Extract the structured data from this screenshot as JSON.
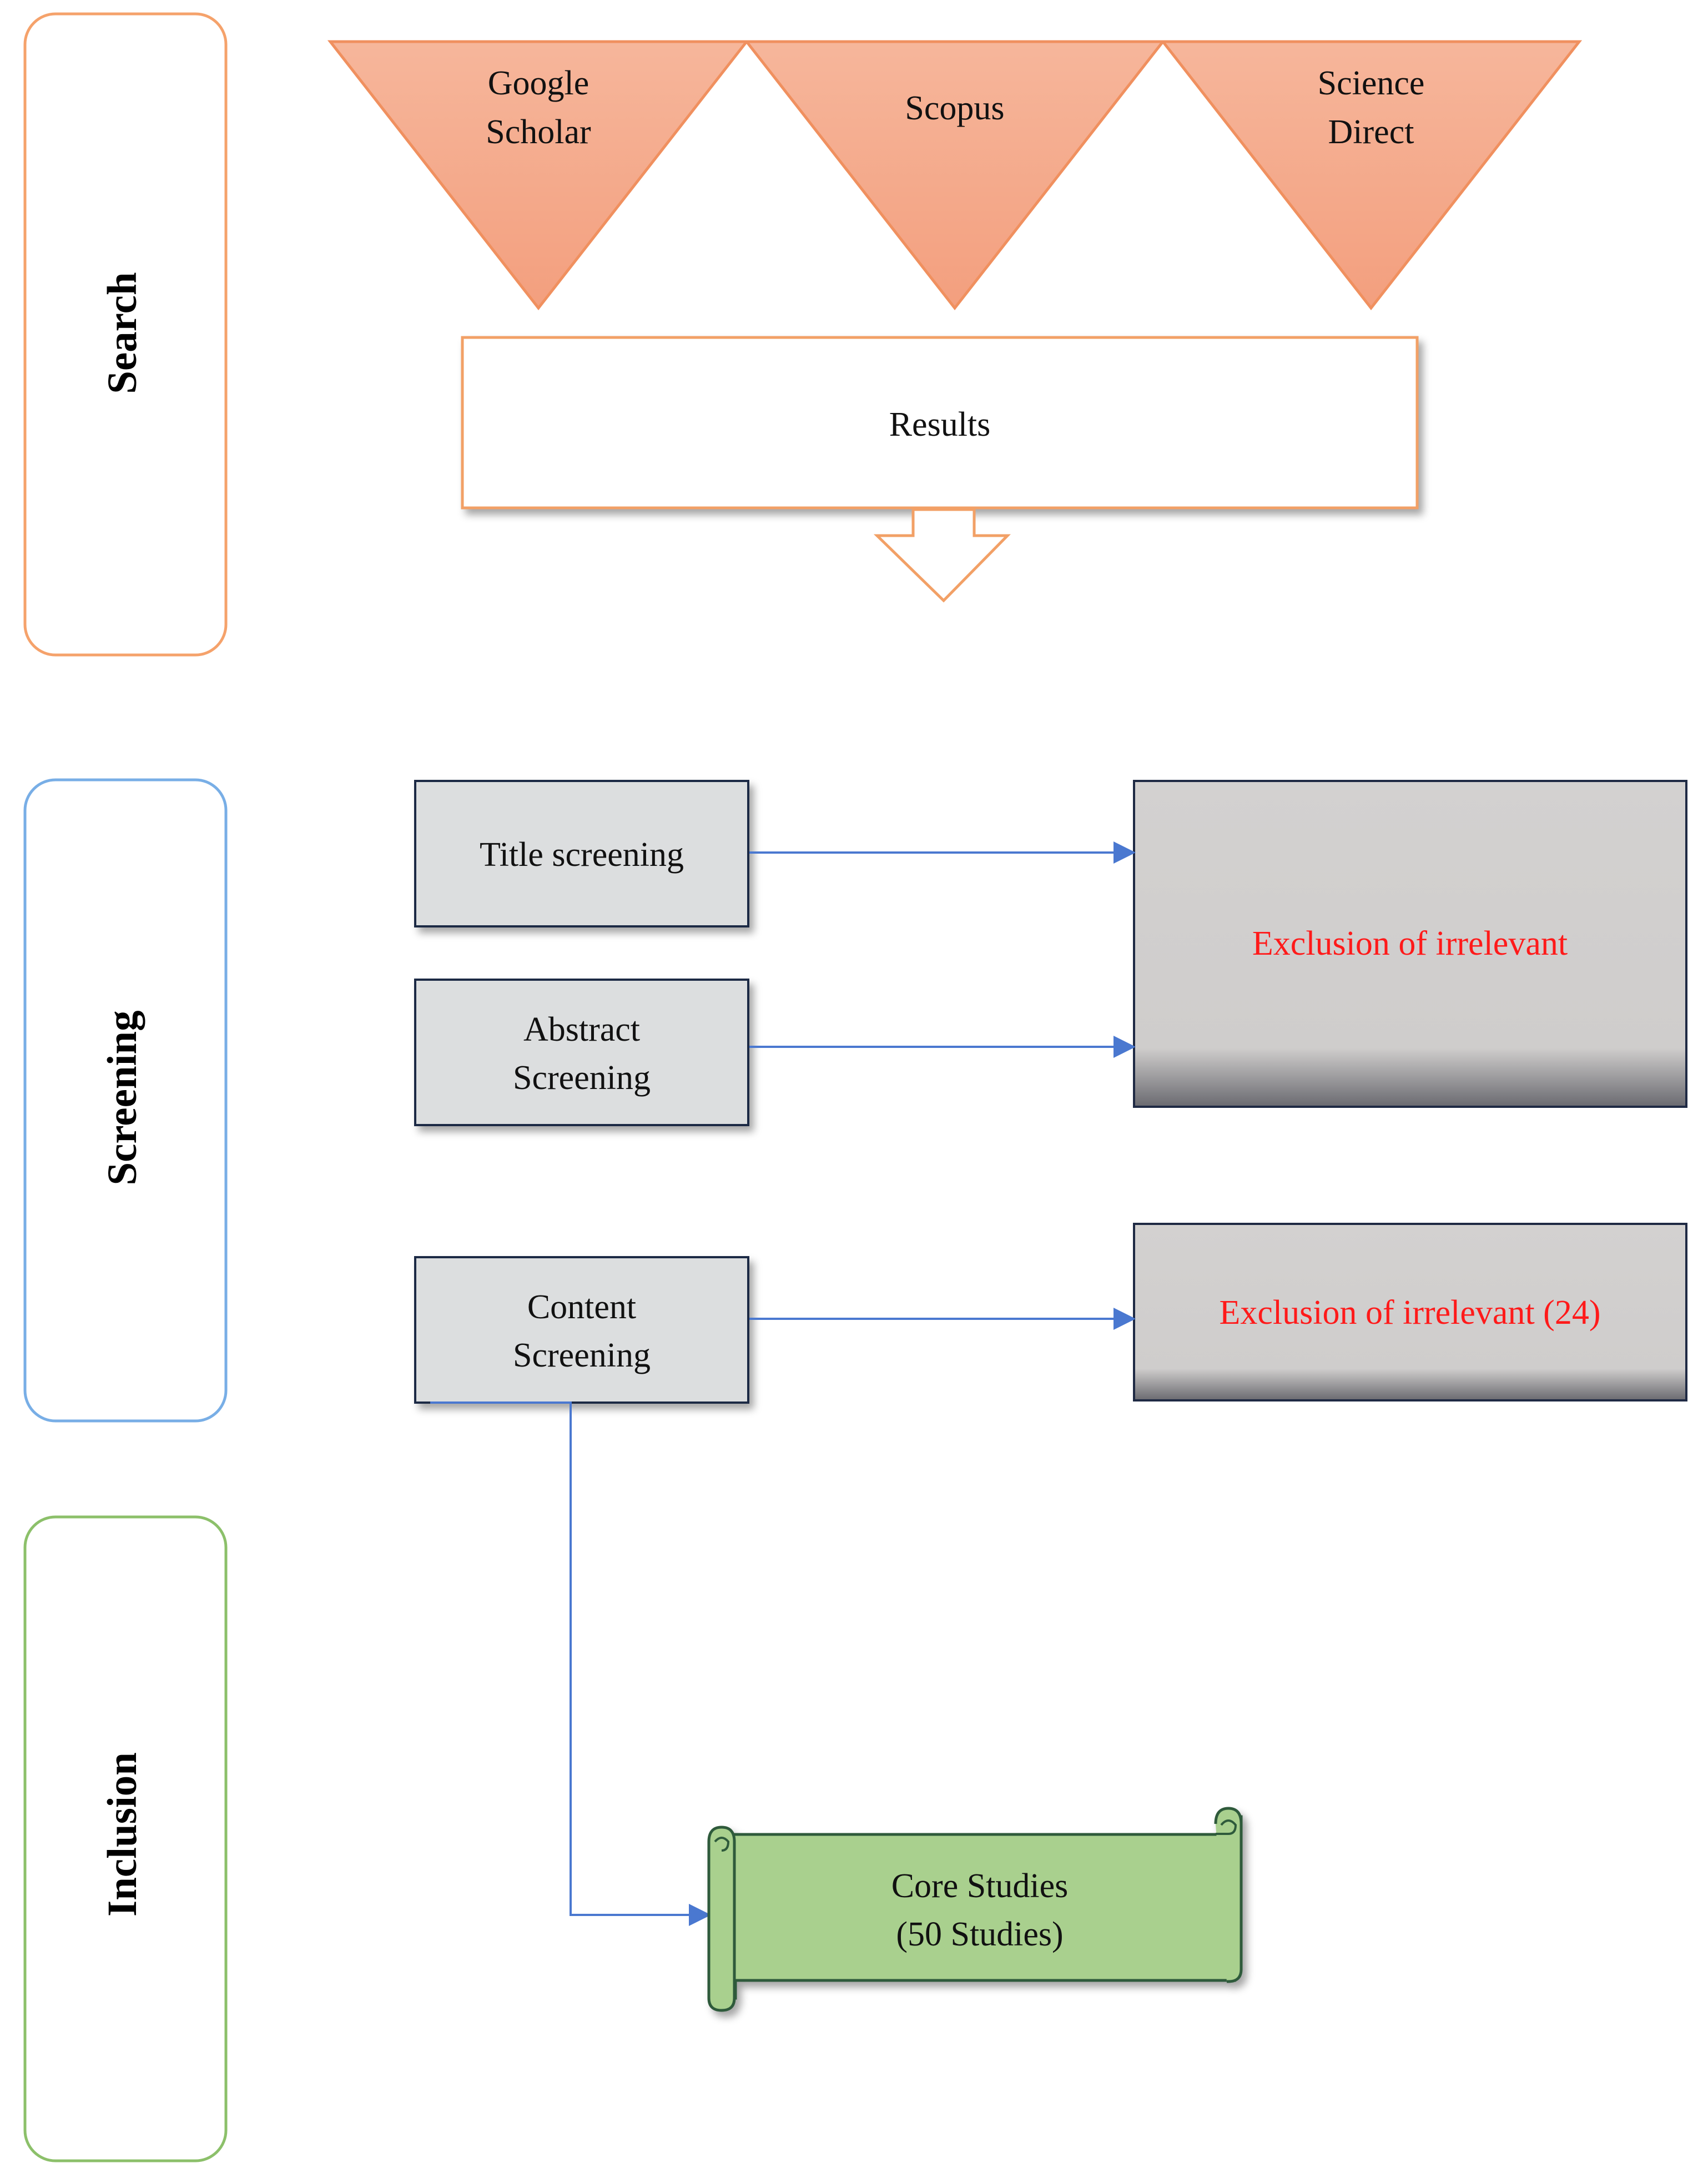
{
  "colors": {
    "search_phase_border": "#f5a26b",
    "screening_phase_border": "#78aee6",
    "inclusion_phase_border": "#8cc06a",
    "source_fill": "#f5ad8e",
    "source_edge": "#f0905f",
    "results_border": "#f2a066",
    "screen_box_fill": "#dcdedf",
    "exclusion_fill": "#d2d0cf",
    "box_border": "#1f2a44",
    "arrow_color": "#4a78d0",
    "exclusion_text": "#ff1a1a",
    "core_fill": "#a9d08e",
    "core_border": "#2f5a3a"
  },
  "phases": {
    "search": "Search",
    "screening": "Screening",
    "inclusion": "Inclusion"
  },
  "sources": [
    {
      "line1": "Google",
      "line2": "Scholar"
    },
    {
      "line1": "Scopus",
      "line2": ""
    },
    {
      "line1": "Science",
      "line2": "Direct"
    }
  ],
  "results": {
    "label": "Results"
  },
  "screening": {
    "title": {
      "line1": "Title screening",
      "line2": ""
    },
    "abstract": {
      "line1": "Abstract",
      "line2": "Screening"
    },
    "content": {
      "line1": "Content",
      "line2": "Screening"
    }
  },
  "exclusions": {
    "first": "Exclusion of irrelevant",
    "second": "Exclusion of irrelevant (24)"
  },
  "core": {
    "line1": "Core Studies",
    "line2": "(50 Studies)"
  }
}
